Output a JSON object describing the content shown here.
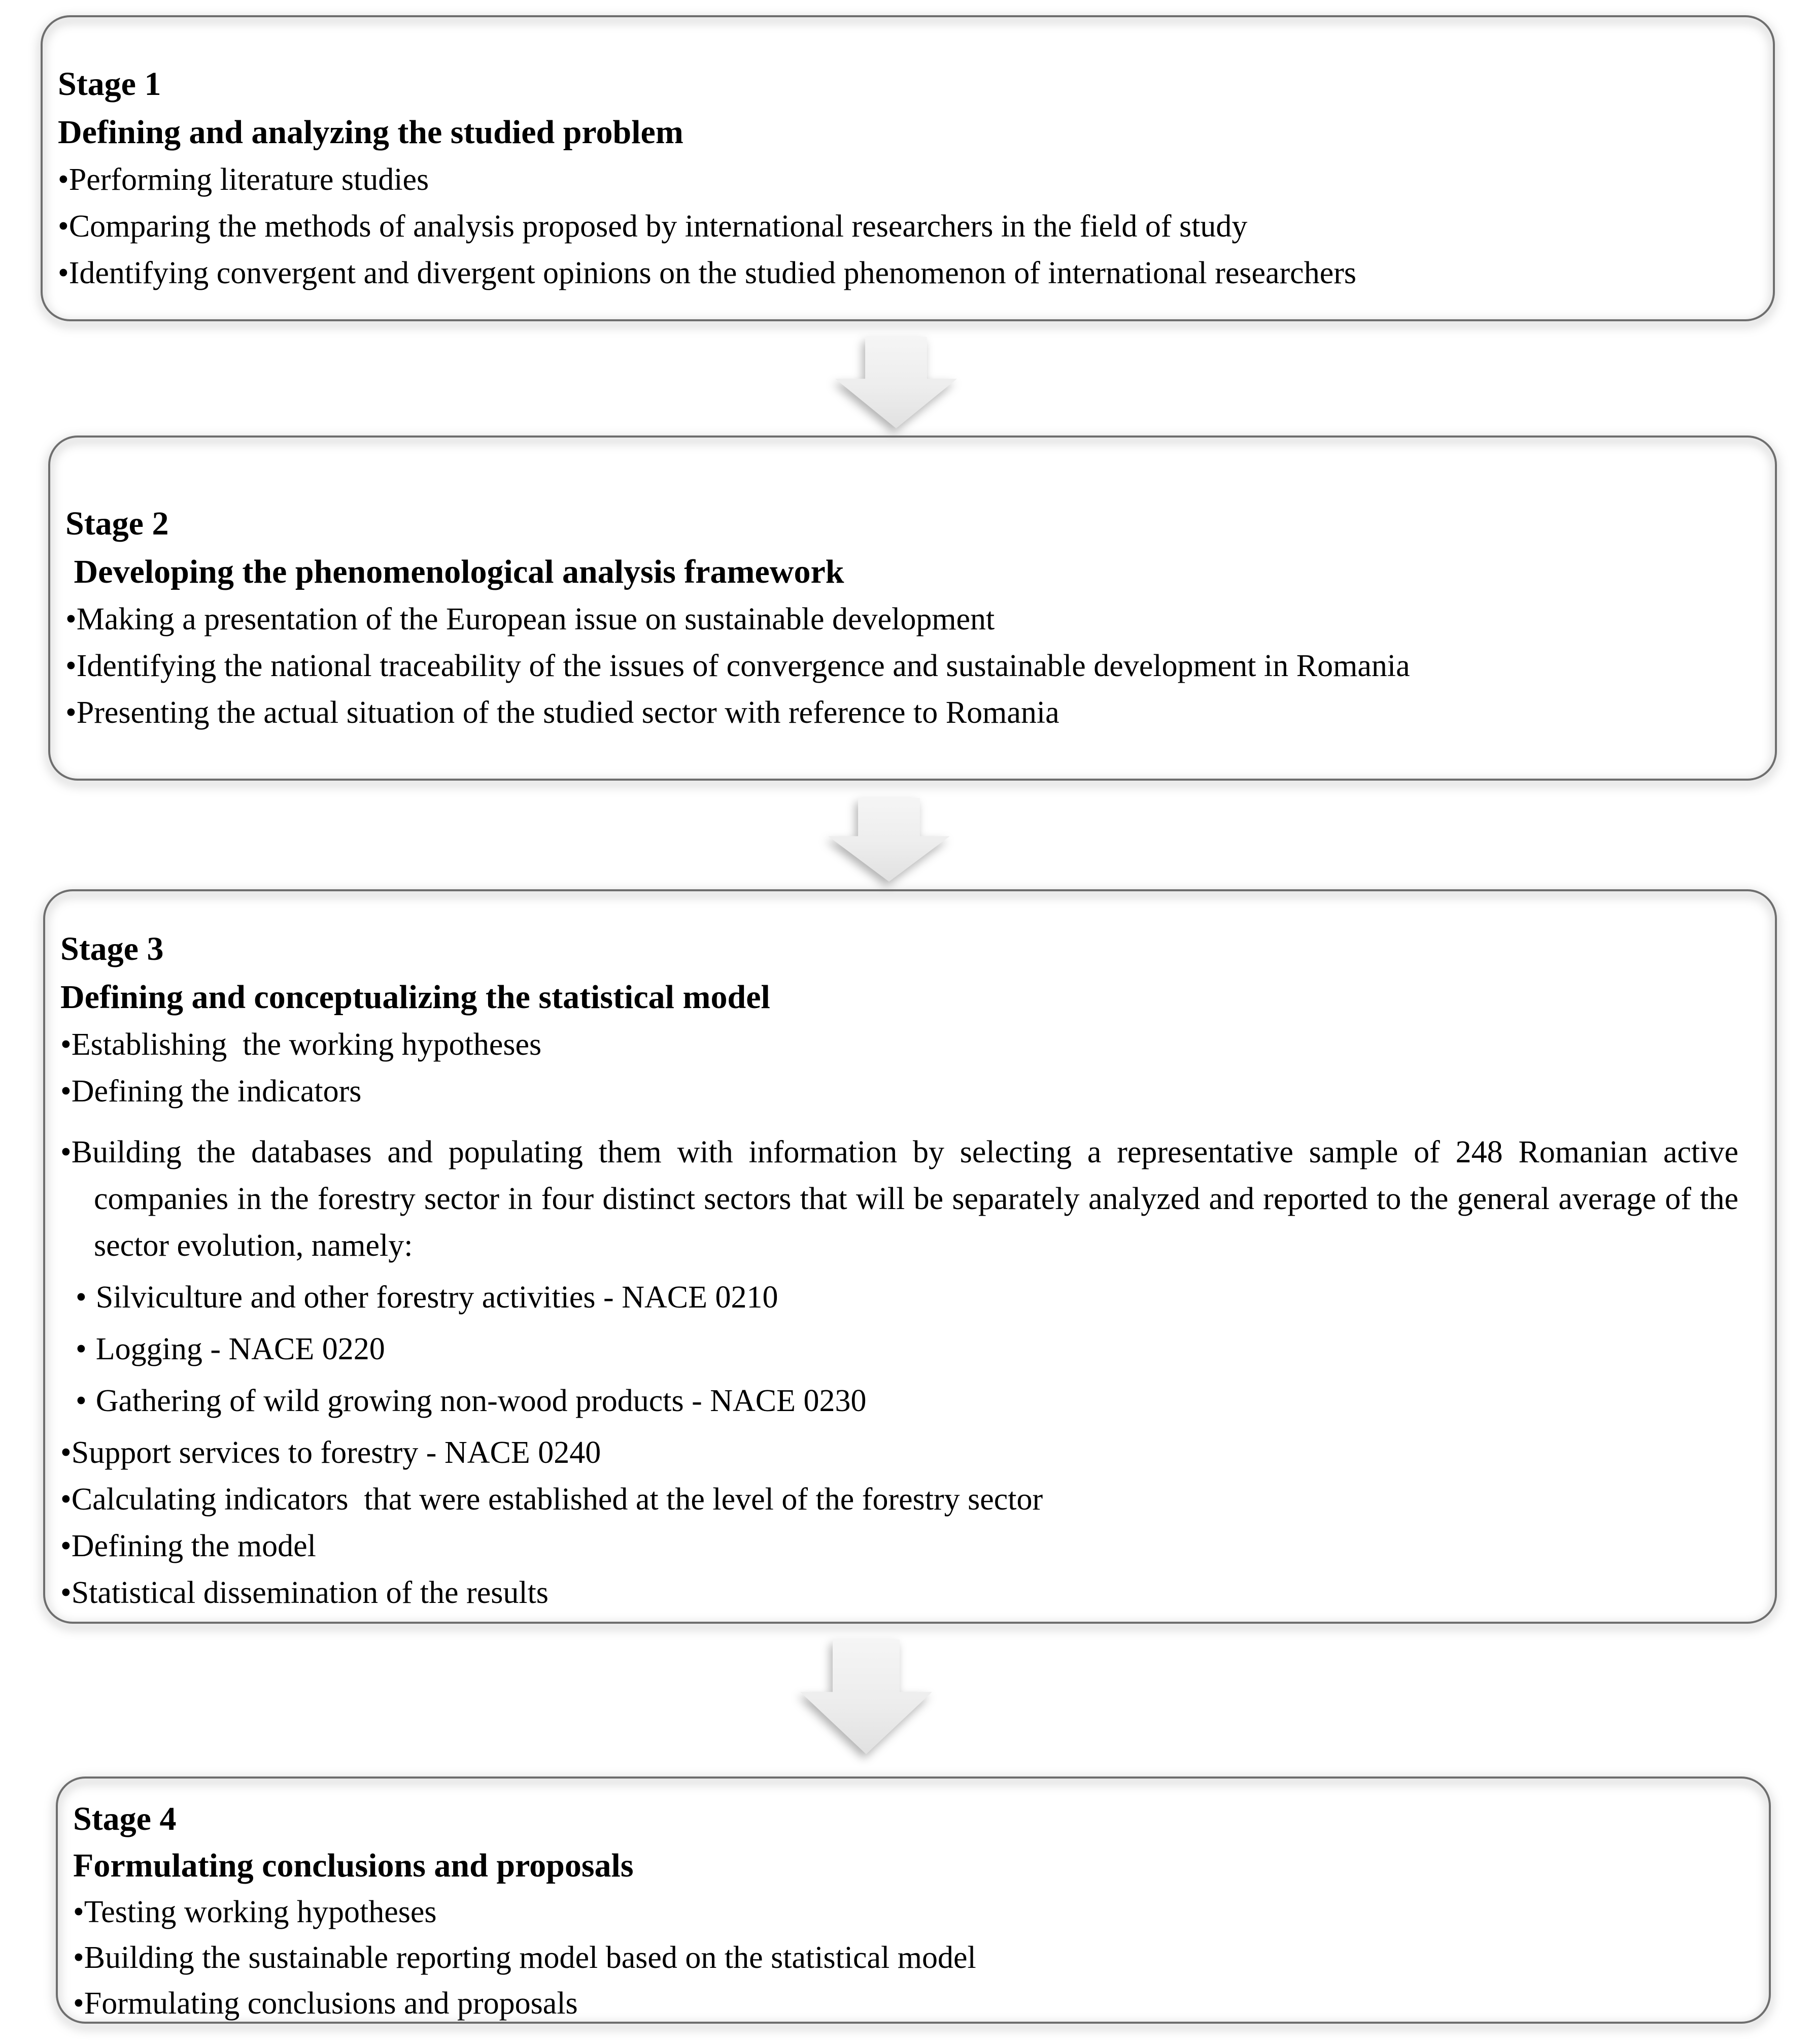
{
  "figure": {
    "kind": "process-flowchart",
    "direction": "top-to-bottom",
    "arrow_count": 3
  },
  "glyphs": {
    "bullet": "•"
  },
  "colors": {
    "background": "#ffffff",
    "box_border": "#6e6e6e",
    "box_fill": "#ffffff",
    "arrow_fill_top": "#f4f4f4",
    "arrow_fill_bottom": "#e2e2e2",
    "text": "#000000"
  },
  "stages": [
    {
      "title": "Stage 1",
      "subtitle": "Defining and analyzing the studied problem",
      "items": [
        {
          "type": "bullet",
          "text": "Performing literature studies"
        },
        {
          "type": "bullet",
          "text": "Comparing the methods of analysis proposed by international researchers in the field of study"
        },
        {
          "type": "bullet",
          "text": "Identifying convergent and divergent opinions on the studied phenomenon of international researchers"
        }
      ]
    },
    {
      "title": "Stage 2",
      "subtitle": " Developing the phenomenological analysis framework",
      "items": [
        {
          "type": "bullet",
          "text": "Making a presentation of the European issue on sustainable development"
        },
        {
          "type": "bullet",
          "text": "Identifying the national traceability of the issues of convergence and sustainable development in Romania"
        },
        {
          "type": "bullet",
          "text": "Presenting the actual situation of the studied sector with reference to Romania"
        }
      ]
    },
    {
      "title": "Stage 3",
      "subtitle": "Defining and conceptualizing the statistical model",
      "items": [
        {
          "type": "bullet",
          "text": "Establishing  the working hypotheses"
        },
        {
          "type": "bullet",
          "text": "Defining the indicators"
        },
        {
          "type": "paragraph",
          "text": "Building the databases and populating them with information by selecting a representative sample of 248 Romanian active companies in the forestry sector in four distinct sectors that will be separately analyzed and reported to the general average of the sector evolution, namely:"
        },
        {
          "type": "sub-bullet",
          "text": "Silviculture and other forestry activities - NACE 0210"
        },
        {
          "type": "sub-bullet",
          "text": "Logging - NACE 0220"
        },
        {
          "type": "sub-bullet",
          "text": "Gathering of wild growing non-wood products - NACE 0230"
        },
        {
          "type": "bullet",
          "text": "Support services to forestry - NACE 0240"
        },
        {
          "type": "bullet",
          "text": "Calculating indicators  that were established at the level of the forestry sector"
        },
        {
          "type": "bullet",
          "text": "Defining the model"
        },
        {
          "type": "bullet",
          "text": "Statistical dissemination of the results"
        }
      ]
    },
    {
      "title": "Stage 4",
      "subtitle": "Formulating conclusions and proposals",
      "items": [
        {
          "type": "bullet",
          "text": "Testing working hypotheses"
        },
        {
          "type": "bullet",
          "text": "Building the sustainable reporting model based on the statistical model"
        },
        {
          "type": "bullet",
          "text": "Formulating conclusions and proposals"
        }
      ]
    }
  ]
}
